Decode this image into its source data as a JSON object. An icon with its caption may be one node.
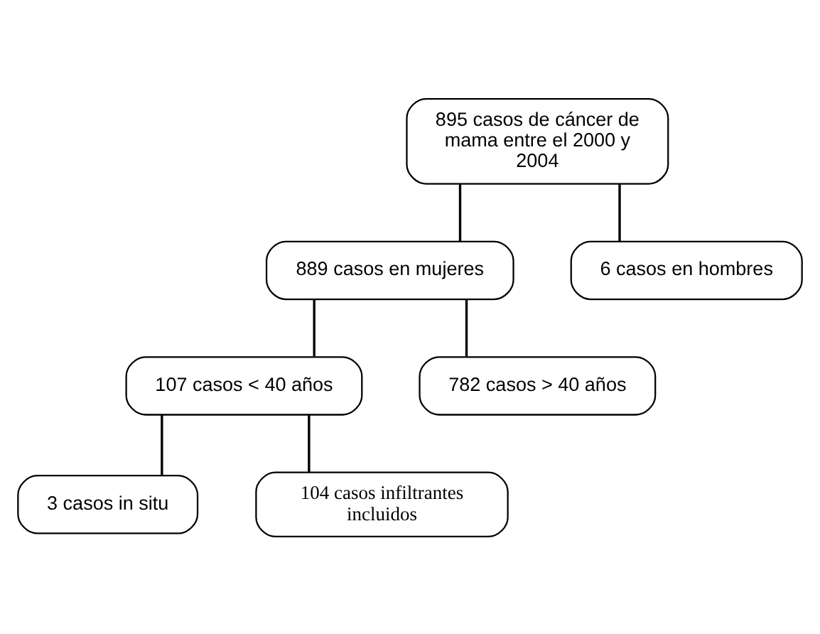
{
  "diagram": {
    "nodes": [
      {
        "text": [
          "895 casos de cáncer de mama entre el 2000 y 2004"
        ]
      },
      {
        "text": [
          "889 casos en mujeres"
        ]
      },
      {
        "text": [
          "6 casos en hombres"
        ]
      },
      {
        "text": [
          "107 casos < 40 años"
        ]
      },
      {
        "text": [
          "782 casos > 40 años"
        ]
      },
      {
        "text": [
          "3 casos in situ"
        ]
      },
      {
        "text": [
          "104 casos infiltrantes incluidos"
        ]
      }
    ],
    "edges": [
      {
        "from": 0,
        "to": 1,
        "arrow": "none"
      },
      {
        "from": 0,
        "to": 2,
        "arrow": "none"
      },
      {
        "from": 1,
        "to": 3,
        "arrow": "none"
      },
      {
        "from": 1,
        "to": 4,
        "arrow": "none"
      },
      {
        "from": 3,
        "to": 5,
        "arrow": "none"
      },
      {
        "from": 3,
        "to": 6,
        "arrow": "none"
      }
    ]
  }
}
